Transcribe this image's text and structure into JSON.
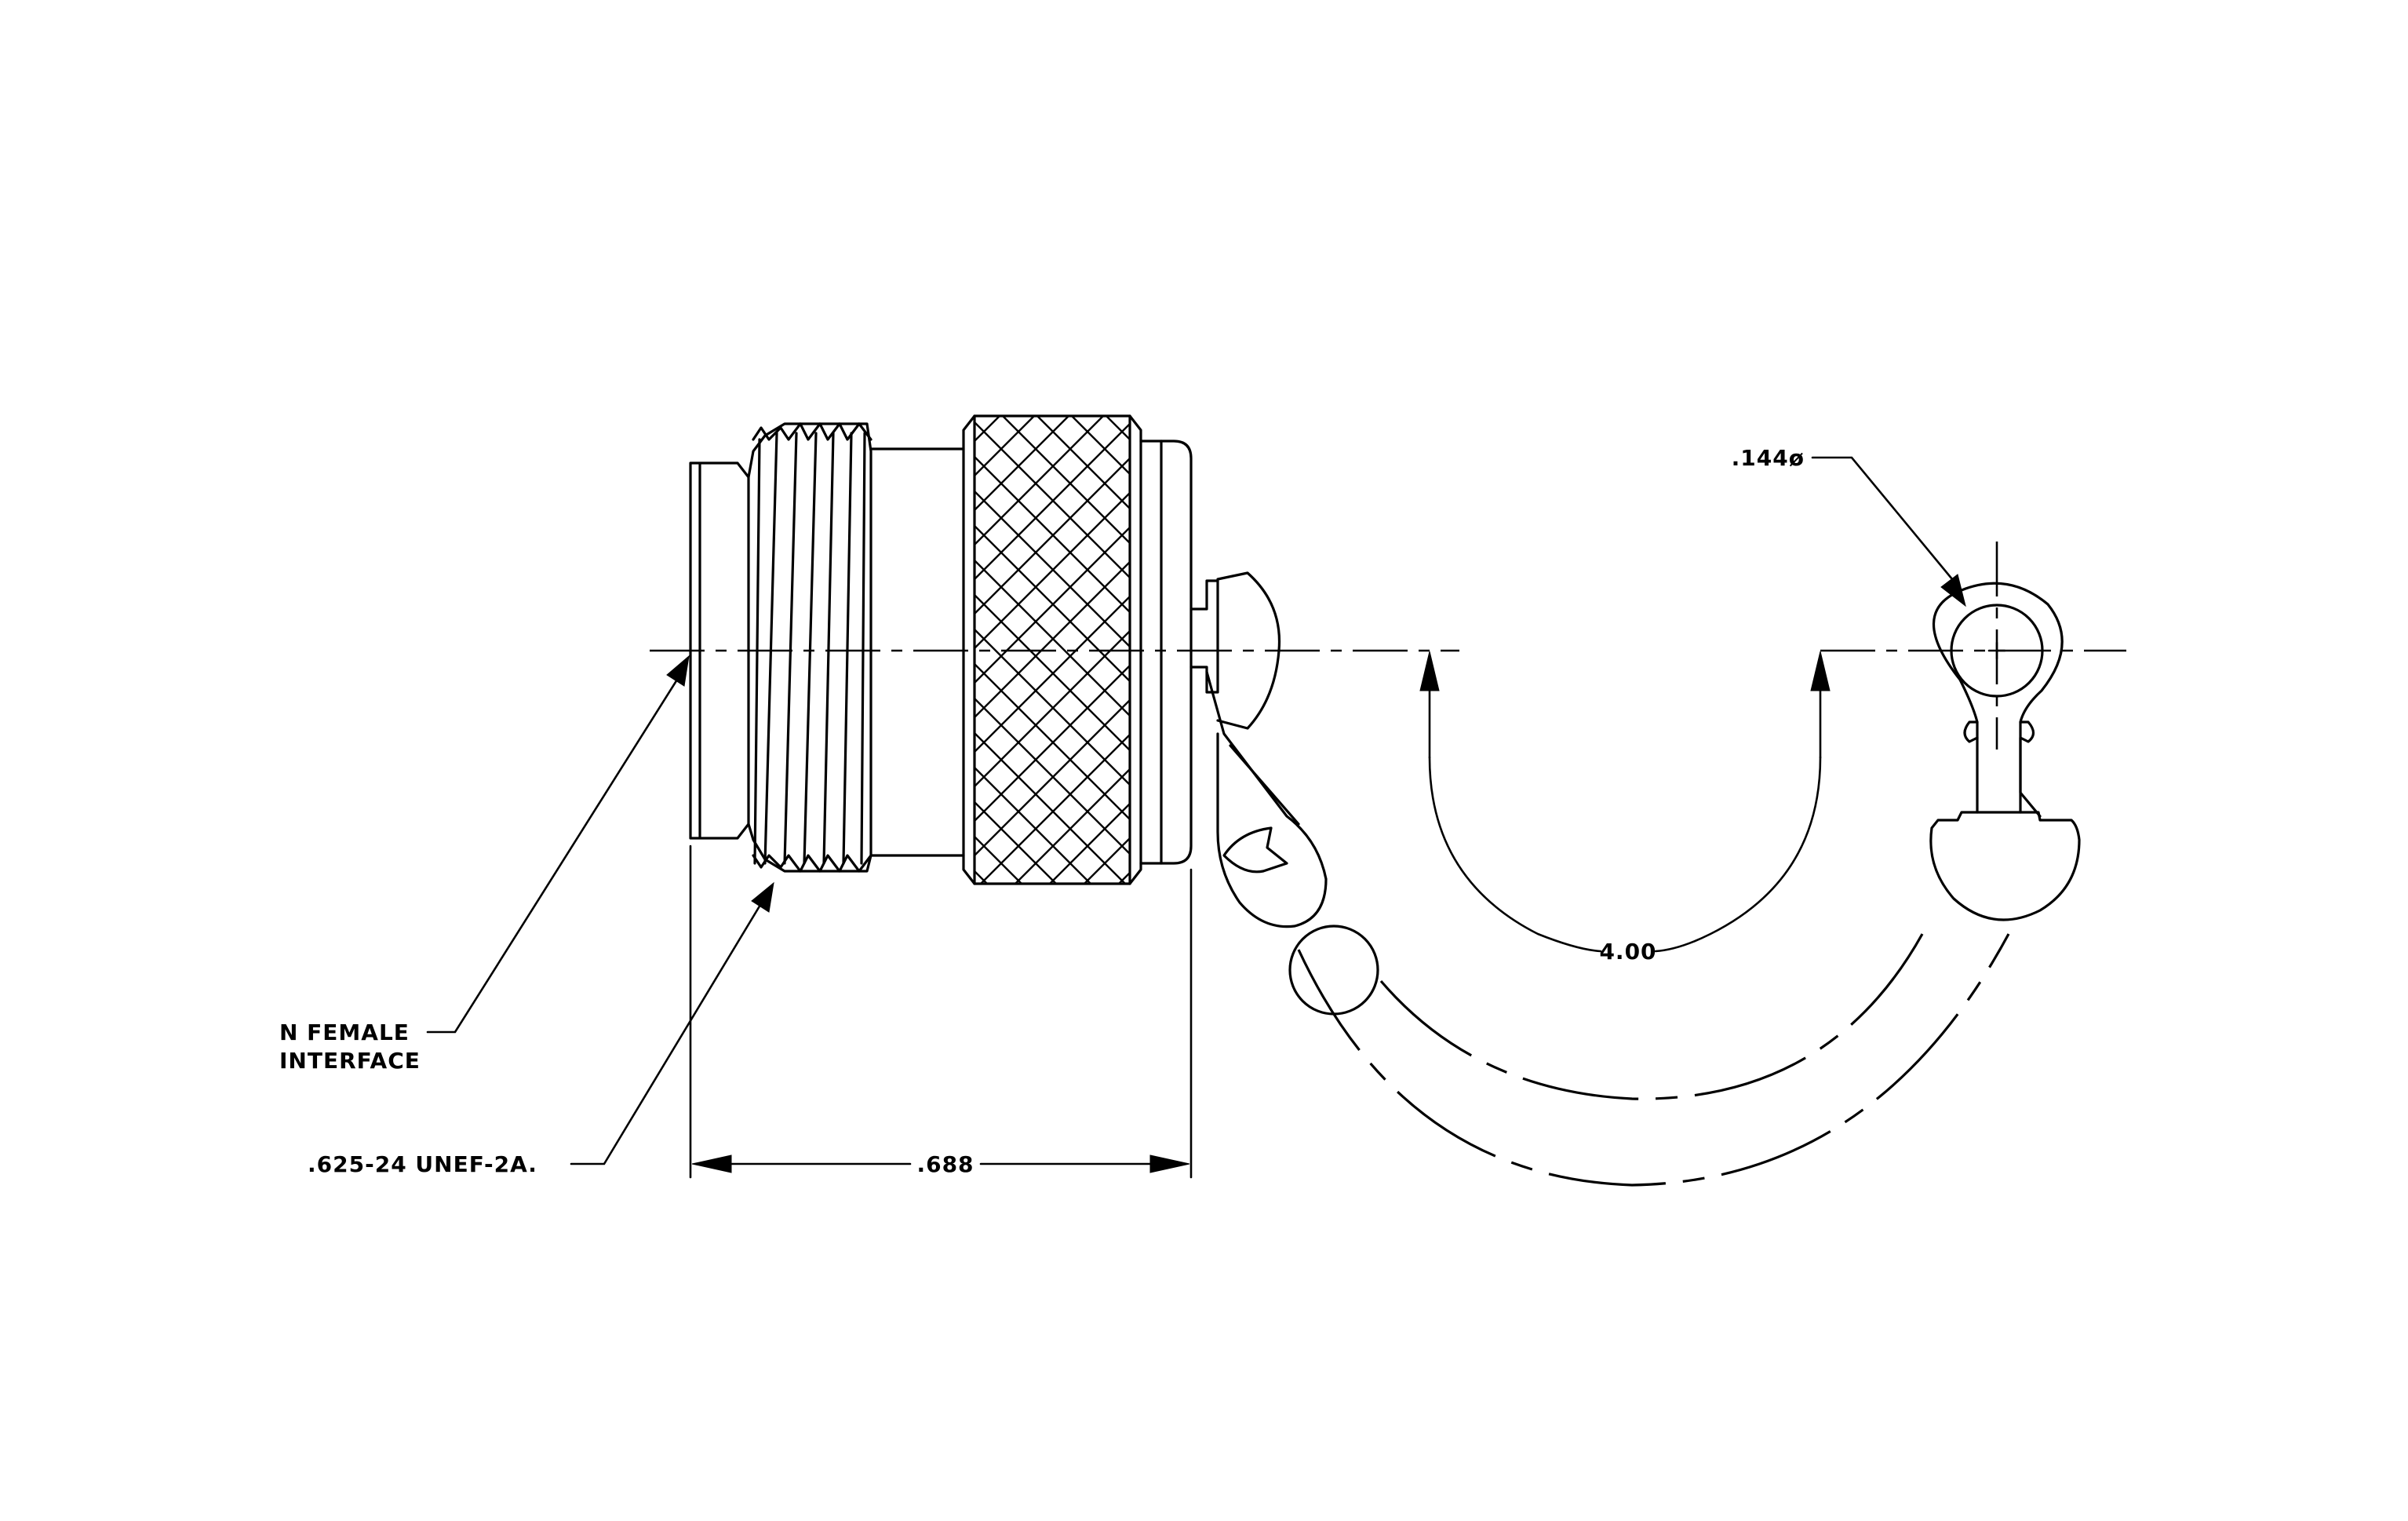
{
  "labels": {
    "interface_line1": "N FEMALE",
    "interface_line2": "INTERFACE",
    "thread": ".625-24 UNEF-2A.",
    "length": ".688",
    "chain_length": "4.00",
    "hole_diameter": ".144ø"
  },
  "colors": {
    "line": "#000000",
    "background": "#ffffff"
  }
}
